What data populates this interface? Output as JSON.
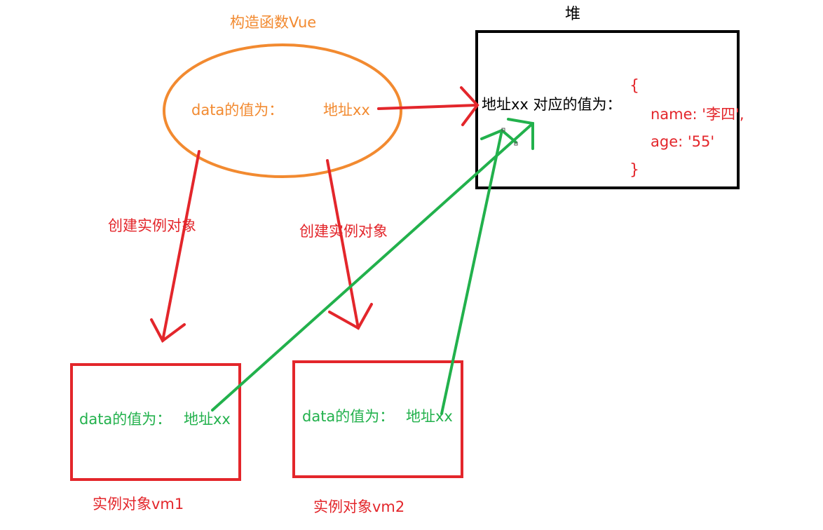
{
  "colors": {
    "orange": "#f28a30",
    "red": "#e3262b",
    "green": "#22b14c",
    "black": "#000000"
  },
  "constructor": {
    "title": "构造函数Vue",
    "data_label": "data的值为：",
    "address": "地址xx"
  },
  "heap": {
    "title": "堆",
    "address_label": "地址xx 对应的值为：",
    "open_brace": "{",
    "line1": "name: '李四',",
    "line2": "age: '55'",
    "close_brace": "}"
  },
  "create_label_left": "创建实例对象",
  "create_label_right": "创建实例对象",
  "vm1": {
    "data_label": "data的值为：",
    "address": "地址xx",
    "caption": "实例对象vm1"
  },
  "vm2": {
    "data_label": "data的值为：",
    "address": "地址xx",
    "caption": "实例对象vm2"
  }
}
